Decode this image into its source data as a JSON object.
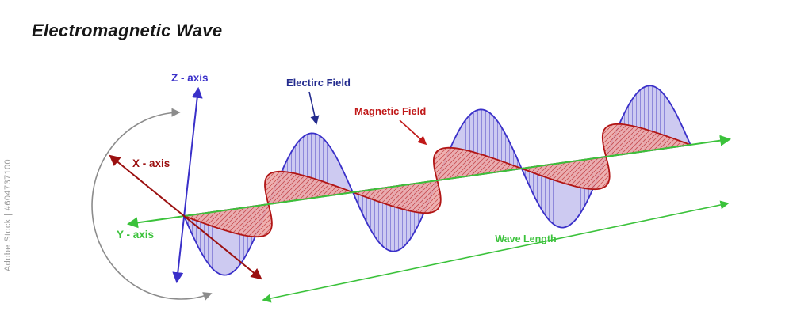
{
  "title": "Electromagnetic Wave",
  "watermark": "Adobe Stock | #604737100",
  "labels": {
    "z_axis": "Z - axis",
    "x_axis": "X - axis",
    "y_axis": "Y - axis",
    "electric_field": "Electirc Field",
    "magnetic_field": "Magnetic Field",
    "wave_length": "Wave Length"
  },
  "colors": {
    "electric": "#3a30c9",
    "electric_fill": "#c9c5f0",
    "electric_hatch": "#7d76d6",
    "magnetic": "#b11515",
    "magnetic_fill": "#edaaaa",
    "magnetic_hatch": "#c84848",
    "axis_green": "#3bc23b",
    "axis_red": "#9b1010",
    "arc_gray": "#8c8c8c",
    "label_electric": "#232b8e",
    "label_magnetic": "#c01818",
    "title": "#161616",
    "watermark": "#9b9b9b"
  }
}
